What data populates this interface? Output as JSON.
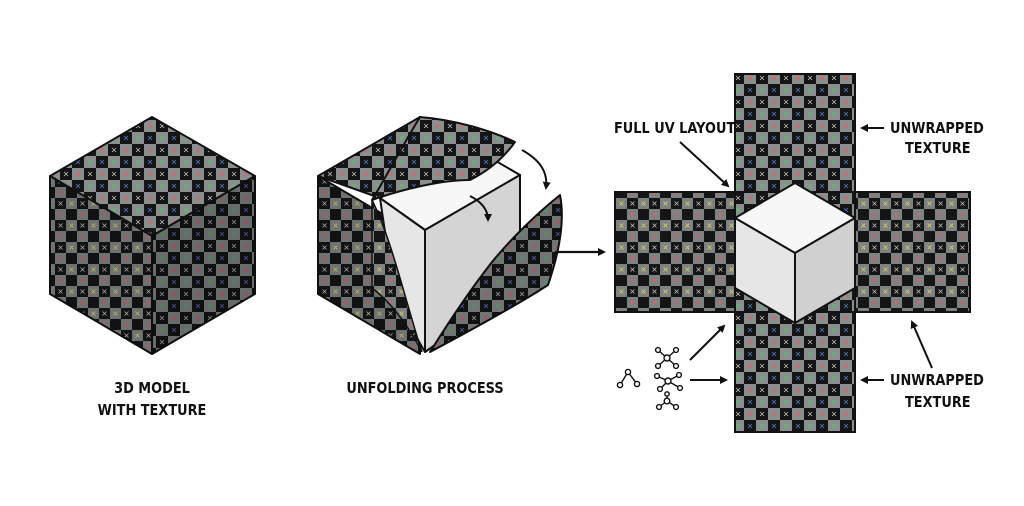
{
  "labels": {
    "model_line1": "3D MODEL",
    "model_line2": "WITH TEXTURE",
    "unfolding": "UNFOLDING PROCESS",
    "full_uv": "FULL UV LAYOUT",
    "unwrapped_top_line1": "UNWRAPPED",
    "unwrapped_top_line2": "TEXTURE",
    "unwrapped_bottom_line1": "UNWRAPPED",
    "unwrapped_bottom_line2": "TEXTURE"
  },
  "colors": {
    "outline": "#111111",
    "check_dark": "#151515",
    "check_light": "#8a8f90",
    "cube_top": "#f7f7f7",
    "cube_left": "#e6e6e6",
    "cube_right": "#cfcfcf",
    "marks": [
      "#e06060",
      "#60c070",
      "#6080e0",
      "#e0d060",
      "#d0d0d0"
    ]
  },
  "icons": [
    "node-graph-small-icon",
    "node-graph-large-icon",
    "node-graph-medium-icon",
    "node-graph-bottom-icon"
  ]
}
